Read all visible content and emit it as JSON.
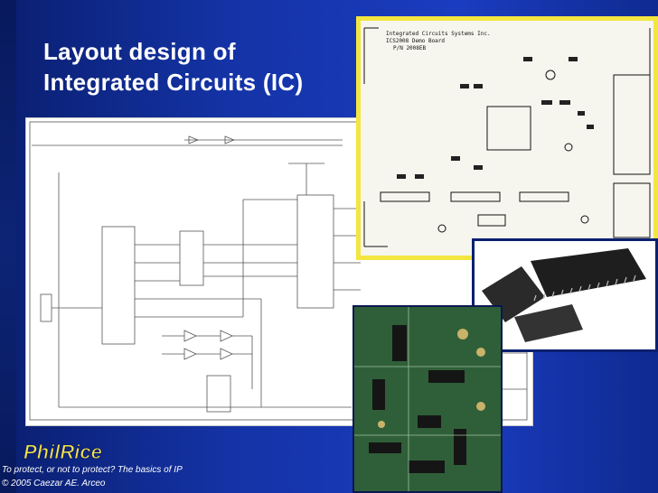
{
  "slide": {
    "title_line1": "Layout design of",
    "title_line2": "Integrated Circuits (IC)",
    "logo_text": "PhilRice",
    "footer_line1": "To protect, or not to protect? The basics of IP",
    "footer_line2": "© 2005 Caezar AE. Arceo"
  },
  "pcb_board": {
    "line1": "Integrated Circuits Systems Inc.",
    "line2": "ICS2008 Demo Board",
    "line3": "P/N 2008EB"
  },
  "colors": {
    "background": "#1433a6",
    "title": "#ffffff",
    "pcb_border": "#f3e640"
  }
}
